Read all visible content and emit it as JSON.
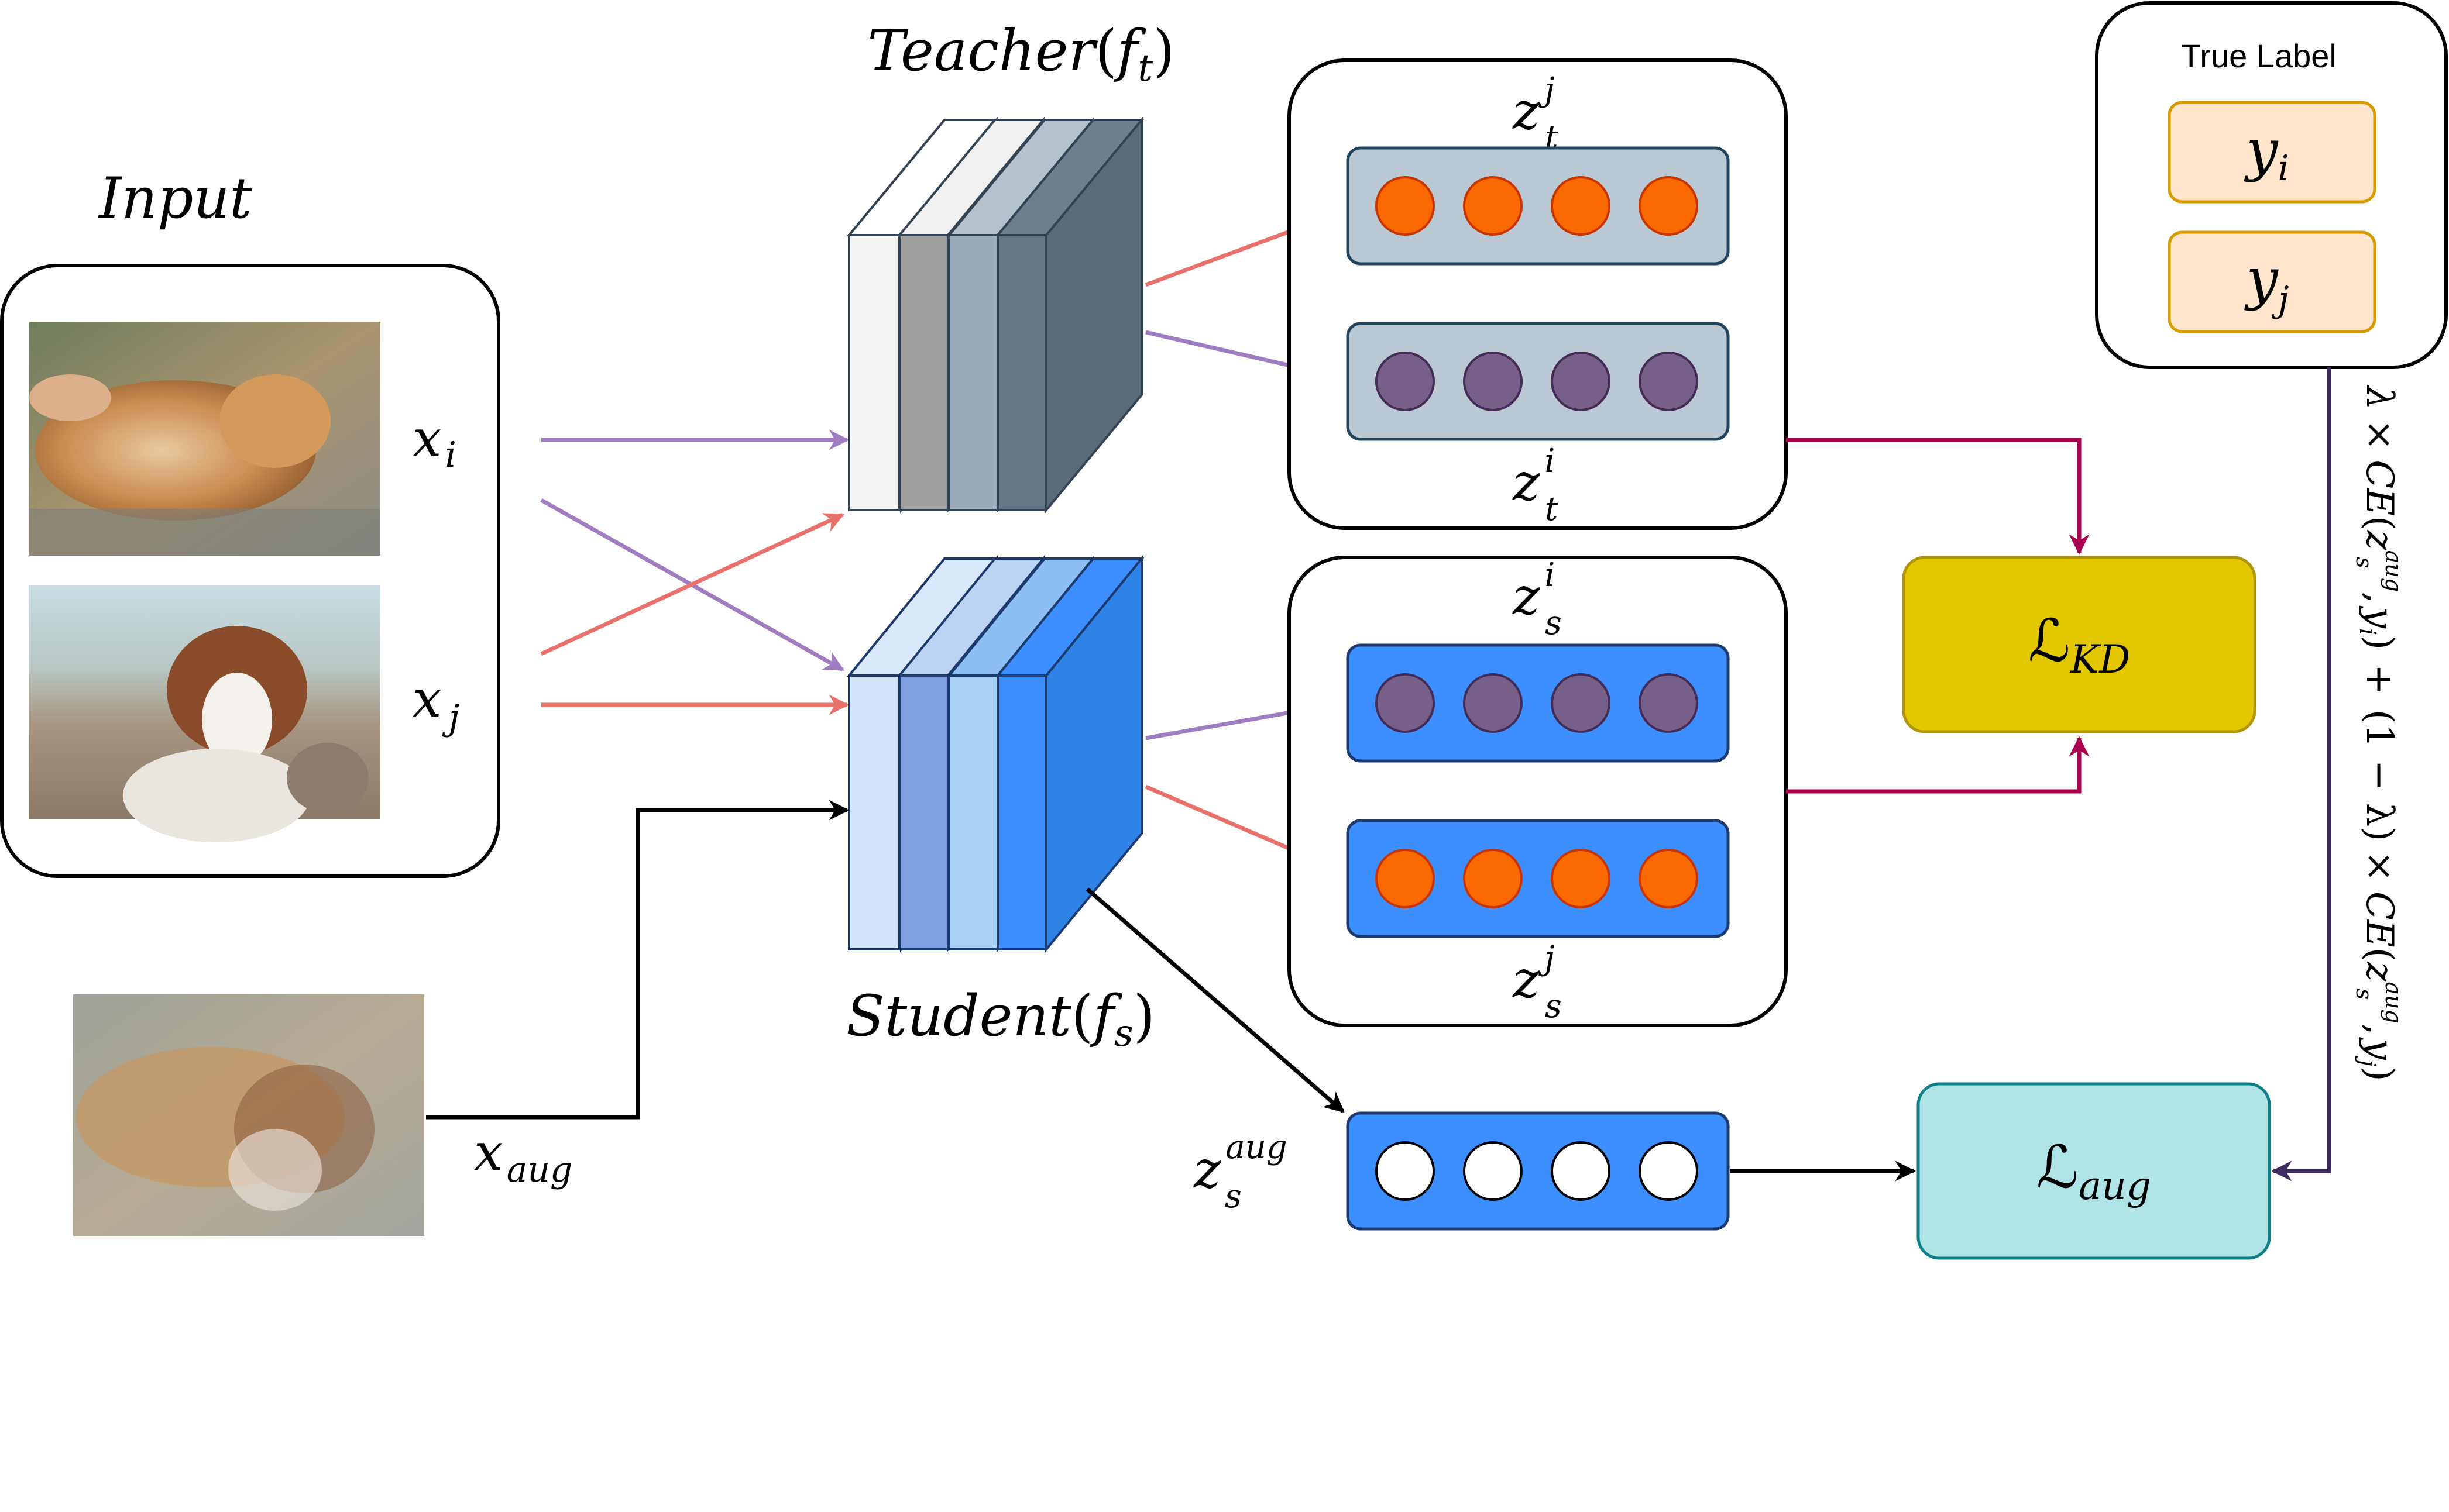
{
  "title_input": "Input",
  "teacher": {
    "name": "Teacher",
    "open": "(",
    "var": "f",
    "sub": "t",
    "close": ")"
  },
  "student": {
    "name": "Student",
    "open": "(",
    "var": "f",
    "sub": "s",
    "close": ")"
  },
  "inputs": {
    "xi": {
      "var": "x",
      "sub": "i"
    },
    "xj": {
      "var": "x",
      "sub": "j"
    },
    "xaug": {
      "var": "x",
      "sub": "aug"
    }
  },
  "logits": {
    "teacher_j": {
      "var": "z",
      "sup": "j",
      "sub": "t"
    },
    "teacher_i": {
      "var": "z",
      "sup": "i",
      "sub": "t"
    },
    "student_i": {
      "var": "z",
      "sup": "i",
      "sub": "s"
    },
    "student_j": {
      "var": "z",
      "sup": "j",
      "sub": "s"
    },
    "student_aug": {
      "var": "z",
      "sup": "aug",
      "sub": "s"
    }
  },
  "true_label": {
    "title": "True Label",
    "yi": {
      "var": "y",
      "sub": "i"
    },
    "yj": {
      "var": "y",
      "sub": "j"
    }
  },
  "losses": {
    "kd": {
      "sym": "ℒ",
      "sub": "KD"
    },
    "aug": {
      "sym": "ℒ",
      "sub": "aug"
    }
  },
  "loss_formula": {
    "lambda": "λ",
    "times": "×",
    "ce": "CE",
    "open": "(",
    "z": "z",
    "zsup": "aug",
    "zsub": "s",
    "comma": ",",
    "y": "y",
    "yi_sub": "i",
    "yj_sub": "j",
    "close": ")",
    "plus": "+",
    "one_minus_lambda": "(1 − λ)"
  },
  "colors": {
    "teacher_arrow": "#e8716b",
    "student_arrow": "#a07cc0",
    "kd_arrow": "#a8004f",
    "label_arrow": "#3d2c5e",
    "orange_node": "#fa6800",
    "purple_node": "#76608a",
    "teacher_bar": "#bac8d3",
    "student_bar": "#3d8eff",
    "kd_box": "#e3c800",
    "aug_box": "#b0e3e6",
    "label_box": "#ffe6cc"
  }
}
